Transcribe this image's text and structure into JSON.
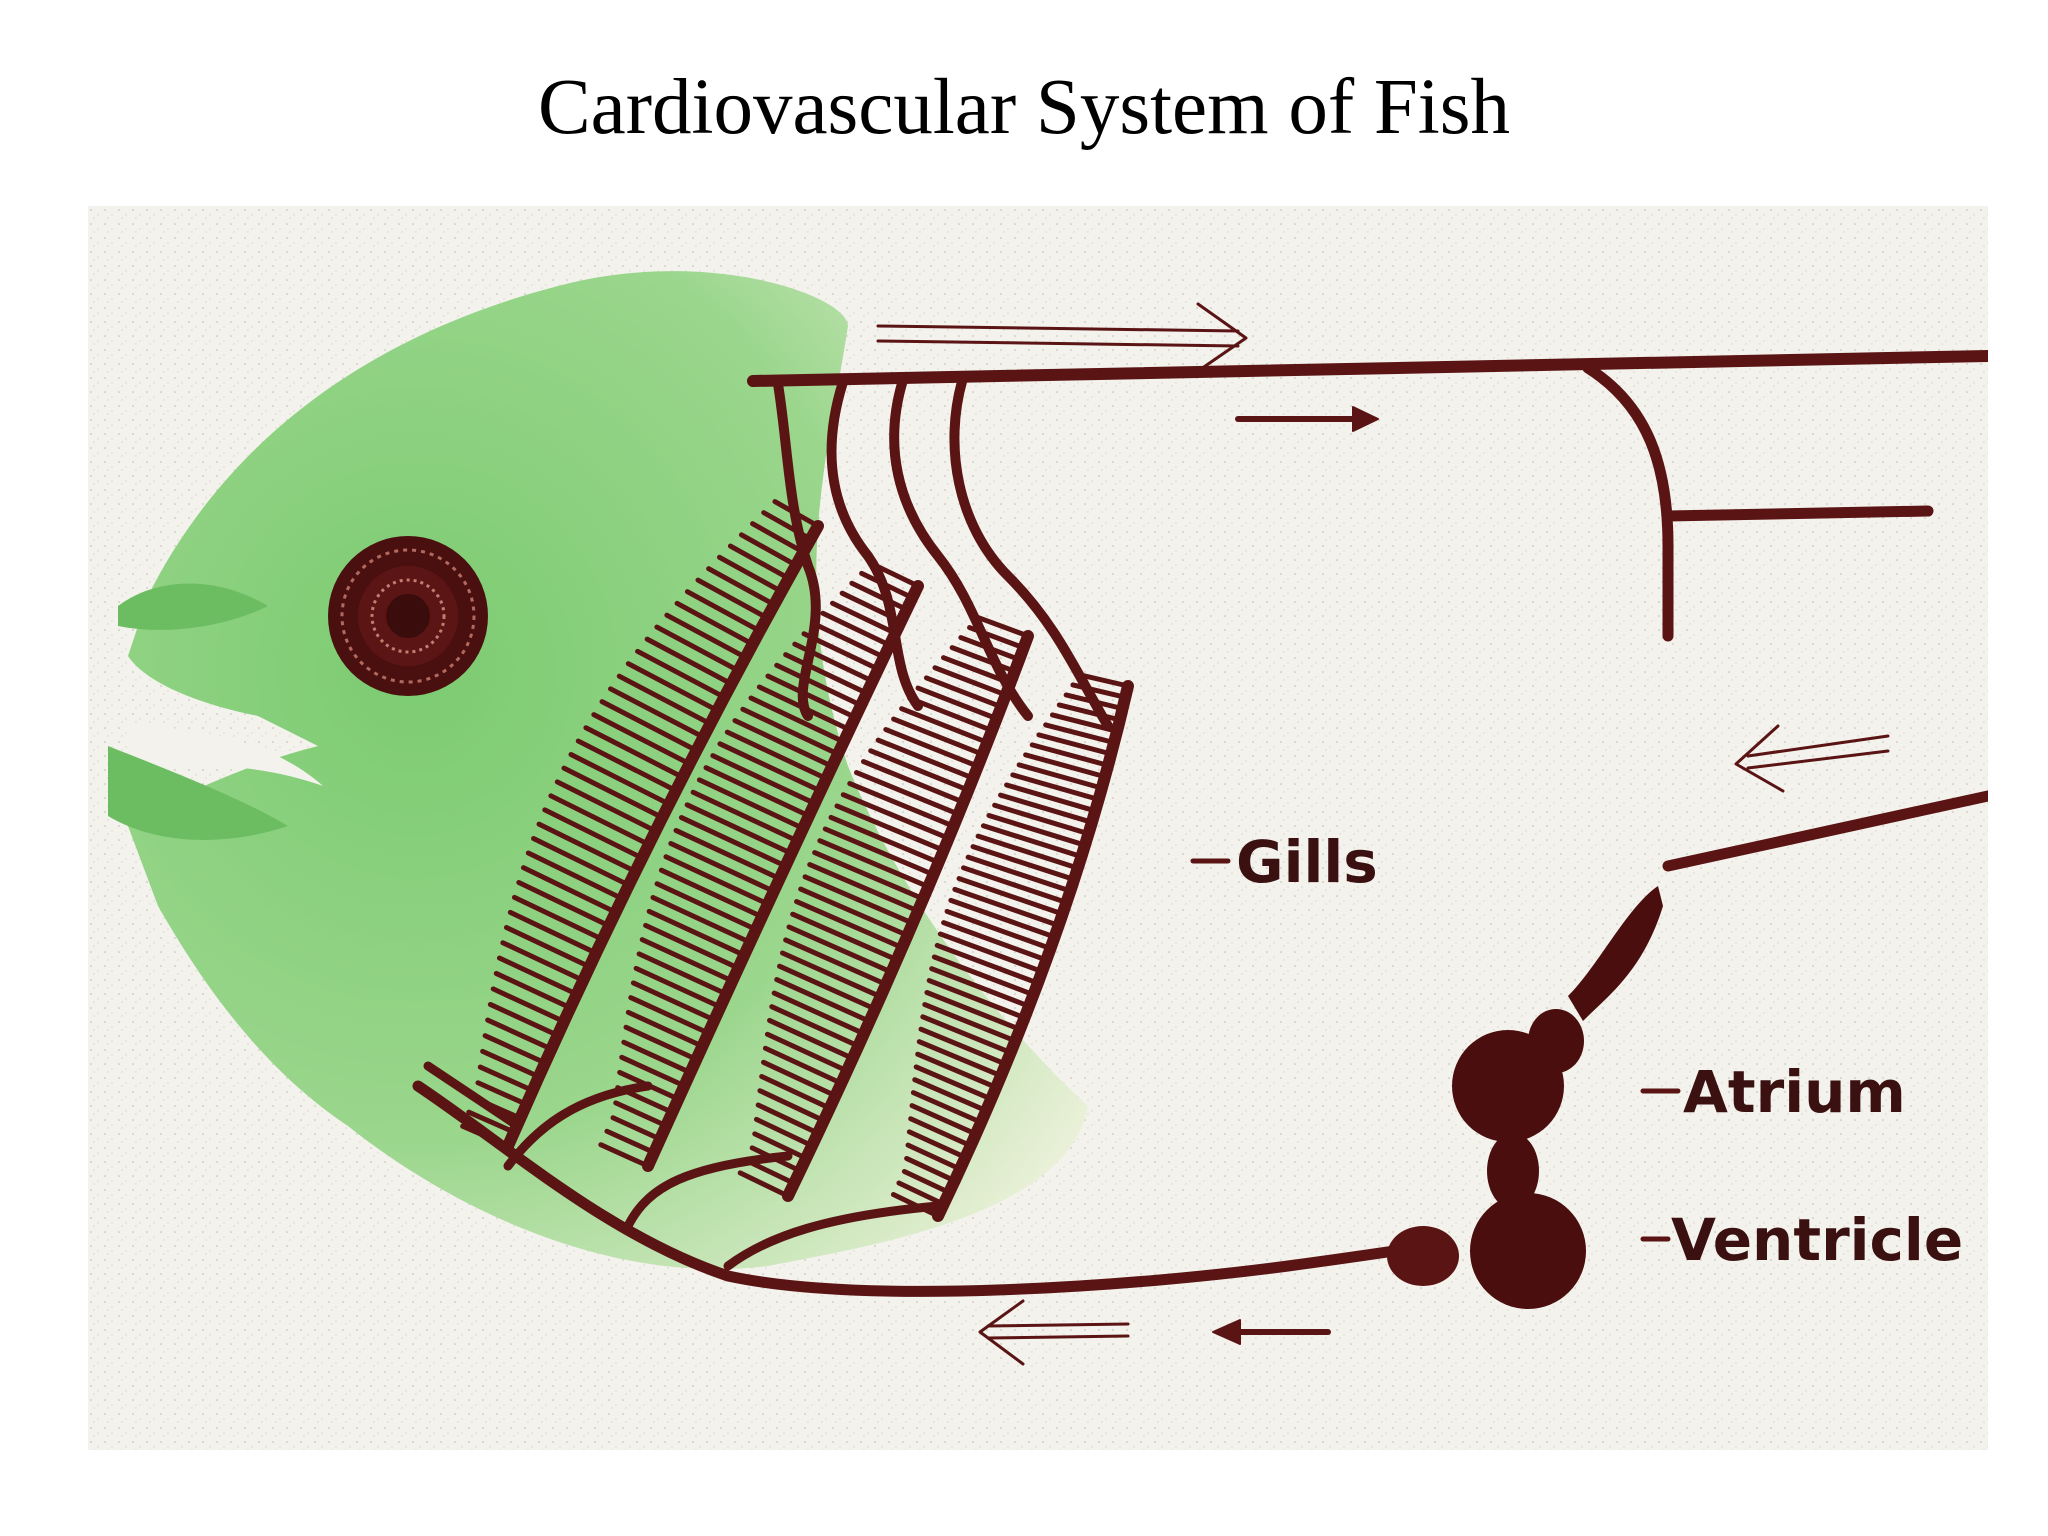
{
  "title": "Cardiovascular System of Fish",
  "labels": {
    "gills": "Gills",
    "atrium": "Atrium",
    "ventricle": "Ventricle"
  },
  "colors": {
    "fish_body": "#86d07d",
    "blood_vessel": "#5a1414",
    "background_speckle": "#f1f0ea",
    "label_text": "#3a1010"
  }
}
